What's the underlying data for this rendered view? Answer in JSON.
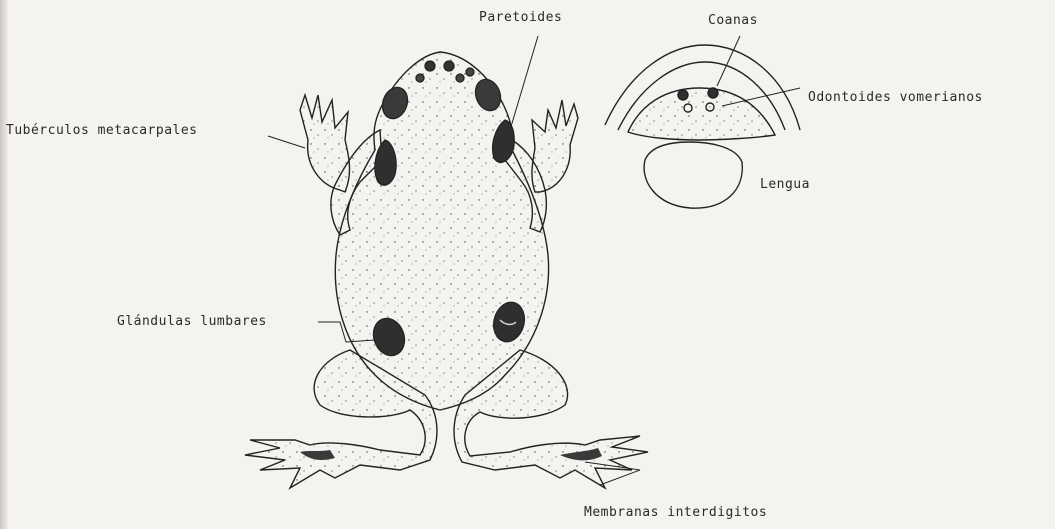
{
  "labels": {
    "paretoides": "Paretoides",
    "coanas": "Coanas",
    "odontoides": "Odontoides vomerianos",
    "tuberculos": "Tubérculos metacarpales",
    "lengua": "Lengua",
    "glandulas": "Glándulas lumbares",
    "membranas": "Membranas interdigitos"
  }
}
